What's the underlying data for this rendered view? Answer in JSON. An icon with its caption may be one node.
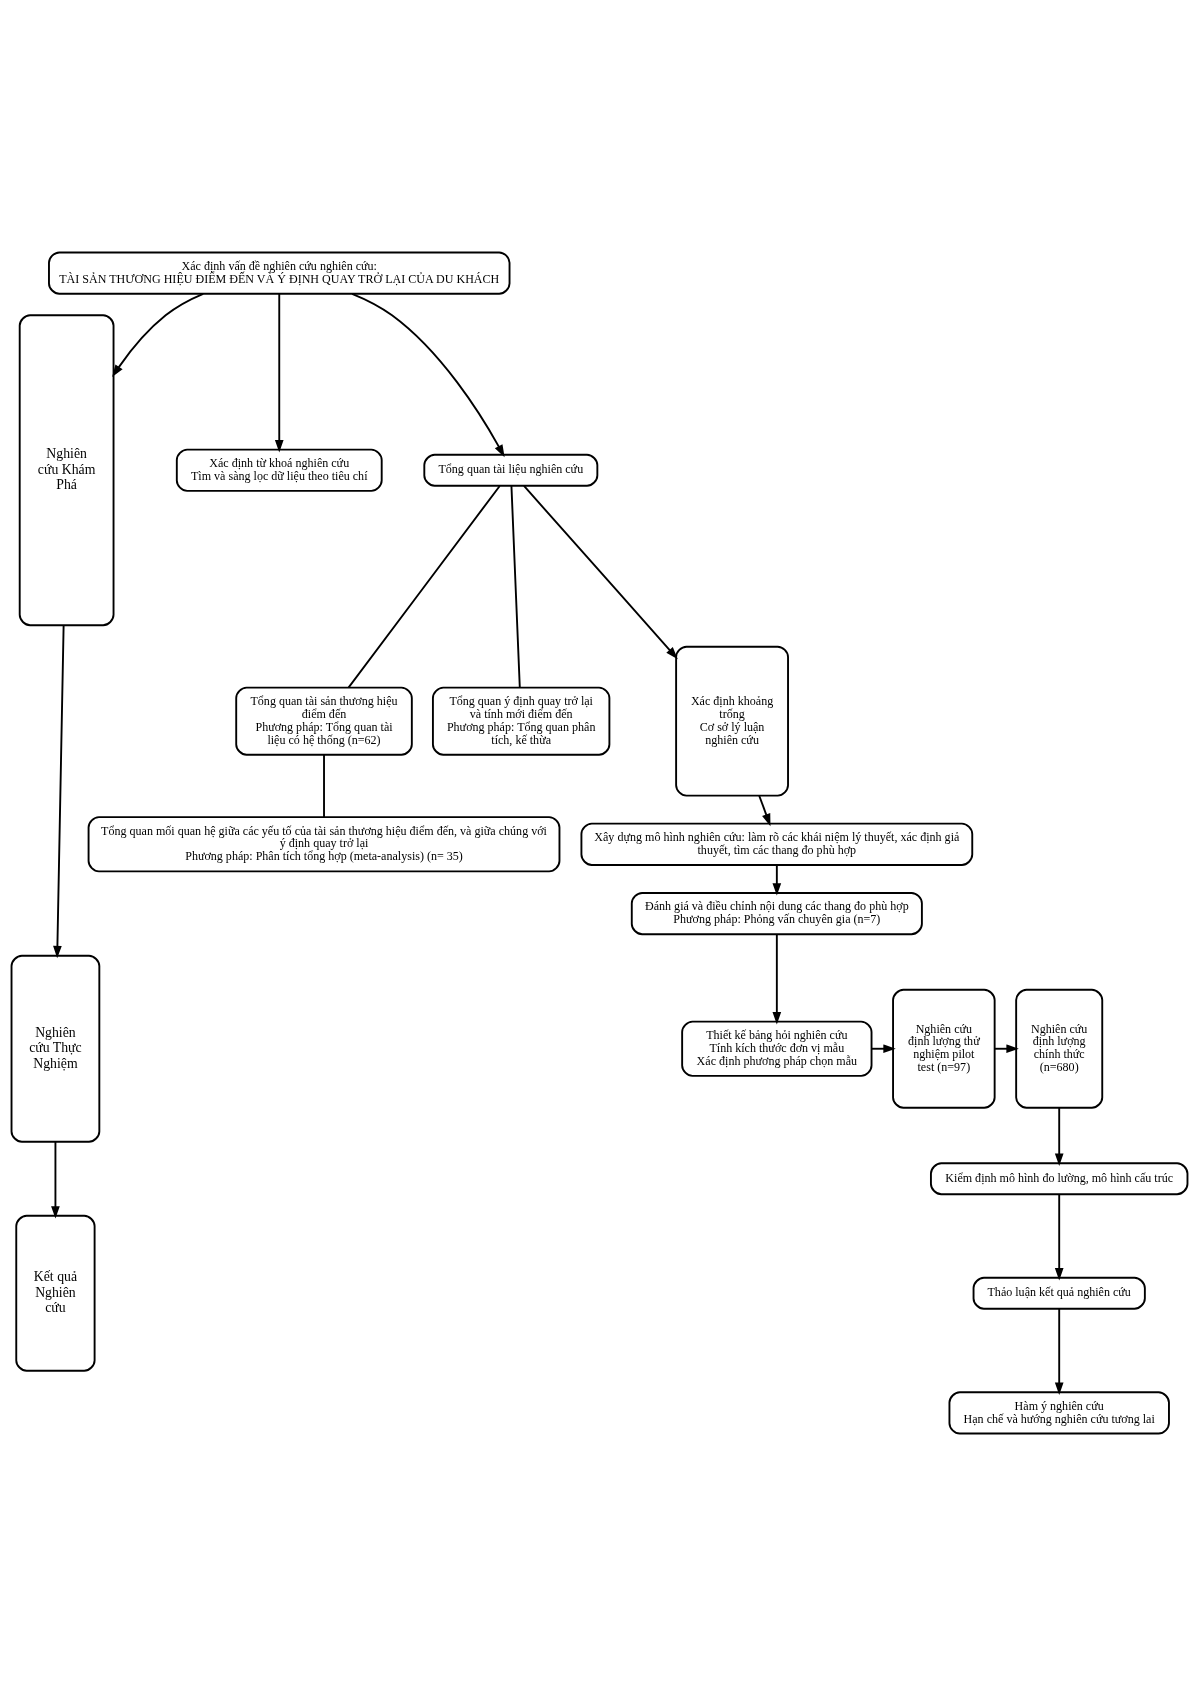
{
  "diagram": {
    "nodes": [
      {
        "text": [
          "Xác định vấn đề nghiên cứu nghiên cứu:",
          "TÀI SẢN THƯƠNG HIỆU ĐIỂM ĐẾN VÀ Ý ĐỊNH QUAY TRỞ LẠI CỦA DU KHÁCH"
        ]
      },
      {
        "text": [
          "Nghiên cứu Khám Phá"
        ]
      },
      {
        "text": [
          "Xác định từ khoá nghiên cứu",
          "Tìm và sàng lọc dữ liệu theo tiêu chí"
        ]
      },
      {
        "text": [
          "Tổng quan tài liệu nghiên cứu"
        ]
      },
      {
        "text": [
          "Tổng quan tài sản thương hiệu điểm đến",
          "Phương pháp: Tổng quan tài liệu có hệ thống (n=62)"
        ]
      },
      {
        "text": [
          "Tổng quan ý định quay trở lại và tính mới điểm đến",
          "Phương pháp: Tổng quan phân tích, kế thừa"
        ]
      },
      {
        "text": [
          "Xác định khoảng trống",
          "Cơ sở lý luận nghiên cứu"
        ]
      },
      {
        "text": [
          "Tổng quan mối quan hệ giữa các yếu tố của tài sản thương hiệu điểm đến, và giữa chúng với ý định quay trở lại",
          "Phương pháp: Phân tích tổng hợp (meta-analysis) (n= 35)"
        ]
      },
      {
        "text": [
          "Xây dựng mô hình nghiên cứu: làm rõ các khái niệm lý thuyết, xác định giả thuyết, tìm các thang đo phù hợp"
        ]
      },
      {
        "text": [
          "Đánh giá và điều chỉnh nội dung các thang đo phù hợp",
          "Phương pháp: Phỏng vấn chuyên gia (n=7)"
        ]
      },
      {
        "text": [
          "Nghiên cứu Thực Nghiệm"
        ]
      },
      {
        "text": [
          "Thiết kế bảng hỏi nghiên cứu",
          "Tính kích thước đơn vị mẫu",
          "Xác định phương pháp chọn mẫu"
        ]
      },
      {
        "text": [
          "Nghiên cứu định lượng thử nghiệm pilot test (n=97)"
        ]
      },
      {
        "text": [
          "Nghiên cứu định lượng chính thức (n=680)"
        ]
      },
      {
        "text": [
          "Kiểm định mô hình đo lường, mô hình cấu trúc"
        ]
      },
      {
        "text": [
          "Kết quả Nghiên cứu"
        ]
      },
      {
        "text": [
          "Thảo luận kết quả nghiên cứu"
        ]
      },
      {
        "text": [
          "Hàm ý nghiên cứu",
          "Hạn chế và hướng nghiên cứu tương lai"
        ]
      }
    ],
    "edges": [
      {
        "from": 0,
        "to": 1,
        "arrow": "to"
      },
      {
        "from": 0,
        "to": 2,
        "arrow": "to"
      },
      {
        "from": 0,
        "to": 3,
        "arrow": "to"
      },
      {
        "from": 3,
        "to": 4,
        "arrow": "none"
      },
      {
        "from": 3,
        "to": 5,
        "arrow": "none"
      },
      {
        "from": 3,
        "to": 6,
        "arrow": "to"
      },
      {
        "from": 4,
        "to": 7,
        "arrow": "none"
      },
      {
        "from": 6,
        "to": 8,
        "arrow": "to"
      },
      {
        "from": 8,
        "to": 9,
        "arrow": "to"
      },
      {
        "from": 9,
        "to": 11,
        "arrow": "to"
      },
      {
        "from": 11,
        "to": 12,
        "arrow": "to"
      },
      {
        "from": 12,
        "to": 13,
        "arrow": "to"
      },
      {
        "from": 13,
        "to": 14,
        "arrow": "to"
      },
      {
        "from": 14,
        "to": 16,
        "arrow": "to"
      },
      {
        "from": 16,
        "to": 17,
        "arrow": "to"
      },
      {
        "from": 1,
        "to": 10,
        "arrow": "to"
      },
      {
        "from": 10,
        "to": 15,
        "arrow": "to"
      }
    ]
  }
}
